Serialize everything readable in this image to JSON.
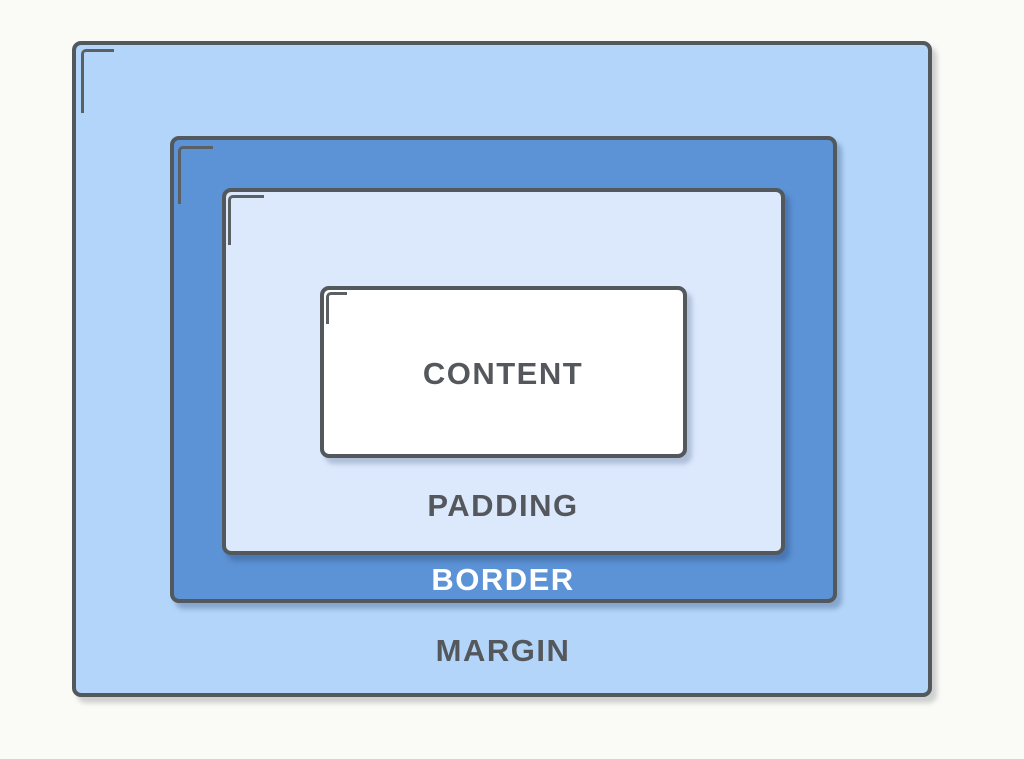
{
  "page": {
    "background": "#fafaf7"
  },
  "diagram": {
    "stroke_color": "#53585c",
    "accent_color": "#5b6065",
    "boxes": {
      "margin": {
        "label": "MARGIN",
        "fill": "#b3d5f9",
        "label_color": "#54585d"
      },
      "border": {
        "label": "BORDER",
        "fill": "#5c92d6",
        "label_color": "#ffffff"
      },
      "padding": {
        "label": "PADDING",
        "fill": "#dce8fc",
        "label_color": "#54585d"
      },
      "content": {
        "label": "CONTENT",
        "fill": "#ffffff",
        "label_color": "#54585d"
      }
    }
  }
}
